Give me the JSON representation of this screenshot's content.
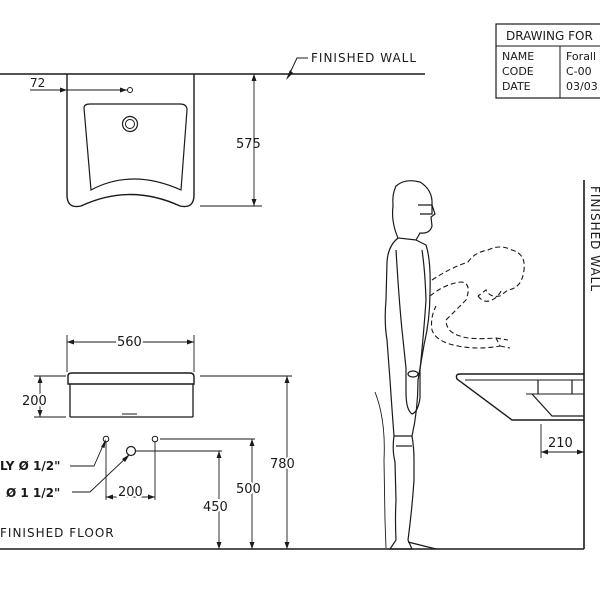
{
  "title_block": {
    "heading": "DRAWING FOR",
    "rows": [
      {
        "key": "NAME",
        "value": "Forall"
      },
      {
        "key": "CODE",
        "value": "C-00"
      },
      {
        "key": "DATE",
        "value": "03/03"
      }
    ]
  },
  "labels": {
    "finished_wall_top": "FINISHED WALL",
    "finished_wall_right": "FINISHED WALL",
    "finished_floor": "FINISHED FLOOR",
    "supply": "LY Ø 1/2\"",
    "waste": "Ø 1 1/2\""
  },
  "dimensions": {
    "tap_offset": "72",
    "basin_depth": "575",
    "basin_width": "560",
    "basin_height": "200",
    "bracket_depth": "210",
    "pipe_spacing": "200",
    "waste_height": "450",
    "supply_height": "500",
    "rim_height": "780"
  }
}
